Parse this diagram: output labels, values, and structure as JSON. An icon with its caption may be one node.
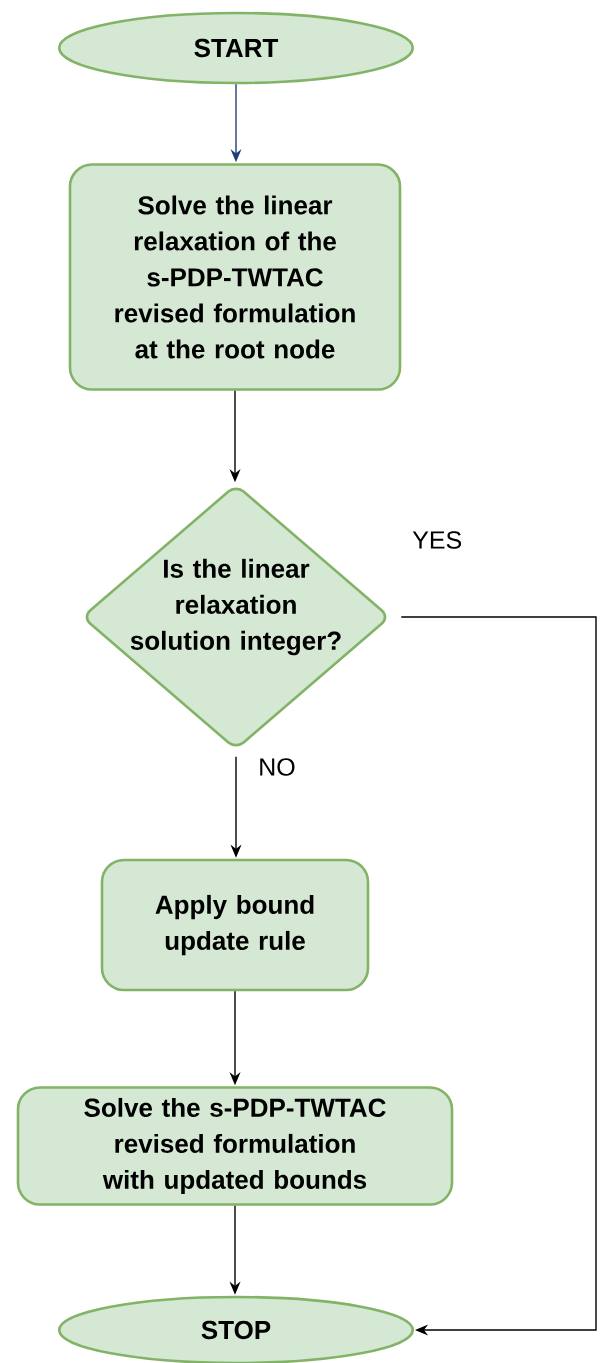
{
  "diagram": {
    "nodes": [
      {
        "text": [
          "START"
        ]
      },
      {
        "text": [
          "Solve the linear relaxation of the s-PDP-TWTAC revised formulation at the root node"
        ]
      },
      {
        "text": [
          "Is the linear relaxation solution integer?"
        ]
      },
      {
        "text": [
          "Apply bound update rule"
        ]
      },
      {
        "text": [
          "Solve the s-PDP-TWTAC revised formulation with updated bounds"
        ]
      },
      {
        "text": [
          "STOP"
        ]
      }
    ],
    "edges": [
      {
        "from": 0,
        "to": 1,
        "arrow": "to",
        "color": "#1f3f7a"
      },
      {
        "from": 1,
        "to": 2,
        "arrow": "to"
      },
      {
        "from": 2,
        "to": 3,
        "arrow": "to",
        "label": "NO"
      },
      {
        "from": 3,
        "to": 4,
        "arrow": "to"
      },
      {
        "from": 4,
        "to": 5,
        "arrow": "to"
      },
      {
        "from": 2,
        "to": 5,
        "arrow": "to",
        "label": "YES"
      }
    ]
  }
}
